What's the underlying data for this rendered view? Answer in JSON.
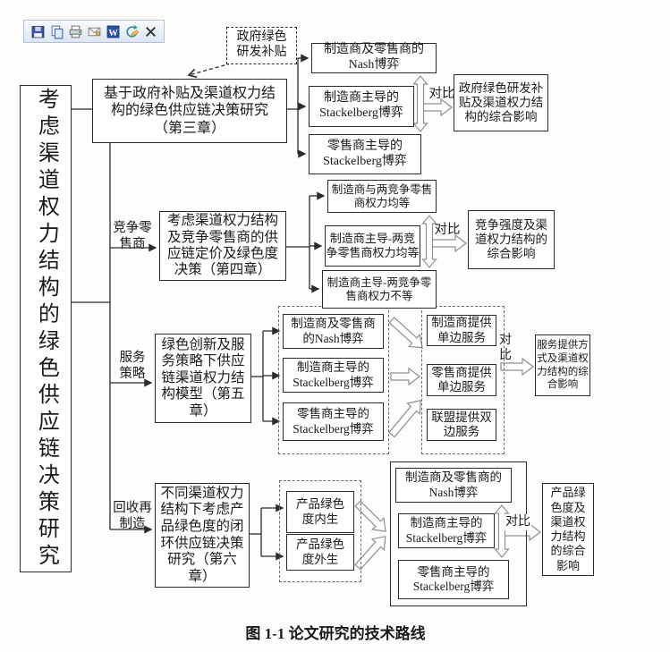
{
  "toolbar": {
    "icons": [
      "save",
      "copy",
      "print",
      "mail",
      "word",
      "convert",
      "close"
    ]
  },
  "diagram": {
    "root": "考虑渠道权力结构的绿色供应链决策研究",
    "subsidy": "政府绿色\n研发补贴",
    "compare": "对比",
    "compare_vertical": "对\n比",
    "caption": "图 1-1 论文研究的技术路线",
    "branch1": {
      "chapter": "基于政府补贴及渠道权力结\n构的绿色供应链决策研究\n（第三章）",
      "models": [
        "制造商及零售商的\nNash博弈",
        "制造商主导的\nStackelberg博弈",
        "零售商主导的\nStackelberg博弈"
      ],
      "result": "政府绿色研发补\n贴及渠道权力结\n构的综合影响"
    },
    "branch2": {
      "label": "竞争零\n售商",
      "chapter": "考虑渠道权力结构\n及竞争零售商的供\n应链定价及绿色度\n决策（第四章）",
      "models": [
        "制造商与两竞争零售\n商权力均等",
        "制造商主导-两竞\n争零售商权力均等",
        "制造商主导-两竞争零\n售商权力不等"
      ],
      "result": "竞争强度及渠\n道权力结构的\n综合影响"
    },
    "branch3": {
      "label": "服务\n策略",
      "chapter": "绿色创新及服\n务策略下供应\n链渠道权力结\n构模型（第五\n章）",
      "models": [
        "制造商及零售商\n的Nash博弈",
        "制造商主导的\nStackelberg博弈",
        "零售商主导的\nStackelberg博弈"
      ],
      "services": [
        "制造商提供\n单边服务",
        "零售商提供\n单边服务",
        "联盟提供双\n边服务"
      ],
      "result": "服务提供方\n式及渠道权\n力结构的综\n合影响"
    },
    "branch4": {
      "label": "回收再\n制造",
      "chapter": "不同渠道权力\n结构下考虑产\n品绿色度的闭\n环供应链决策\n研究（第六\n章）",
      "models": [
        "产品绿色\n度内生",
        "产品绿色\n度外生"
      ],
      "games": [
        "制造商及零售商的\nNash博弈",
        "制造商主导的\nStackelberg博弈",
        "零售商主导的\nStackelberg博弈"
      ],
      "result": "产品绿\n色度及\n渠道权\n力结构\n的综合\n影响"
    }
  }
}
